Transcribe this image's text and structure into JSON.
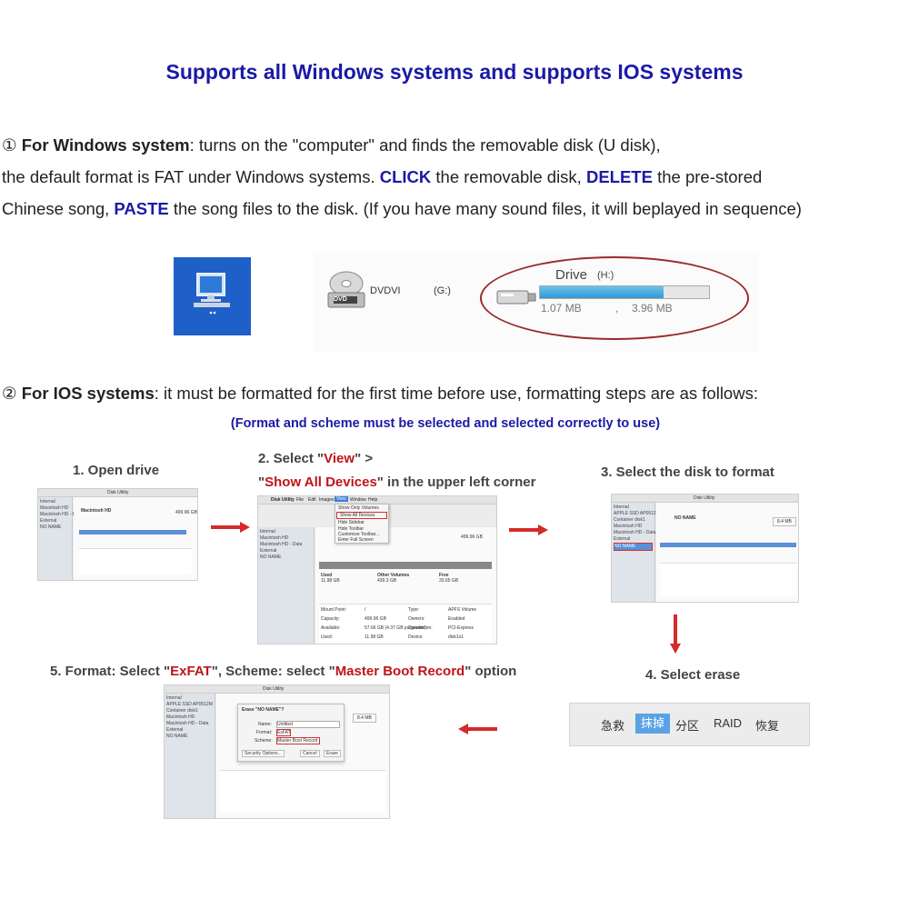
{
  "title": "Supports all Windows systems and supports IOS systems",
  "windows": {
    "bullet": "①",
    "heading": "For Windows system",
    "line1_rest": ": turns on the \"computer\" and finds the removable disk (U disk),",
    "line2_a": "the default format is FAT under Windows systems. ",
    "click": "CLICK",
    "line2_b": " the removable disk, ",
    "delete": "DELETE",
    "line2_c": " the pre-stored",
    "line3_a": "Chinese song, ",
    "paste": "PASTE",
    "line3_b": " the song files to the disk. (If you have many sound files, it will beplayed in sequence)"
  },
  "explorer": {
    "dvd_badge": "DVD",
    "dvd_label": "DVDVI",
    "dvd_letter": "(G:)",
    "drive_label": "Drive",
    "drive_letter": "(H:)",
    "free": "1.07 MB",
    "sep": ",",
    "total": "3.96 MB",
    "usage_fraction": 0.73
  },
  "ios": {
    "bullet": "②",
    "heading": "For IOS systems",
    "line_rest": ": it must be formatted for the first time before use, formatting steps are as follows:",
    "note": "(Format and scheme must be selected and selected correctly to use)"
  },
  "steps": {
    "s1": "1. Open drive",
    "s2_a": "2. Select \"",
    "s2_view": "View",
    "s2_b": "\" >",
    "s2_c": "\"",
    "s2_show": "Show All Devices",
    "s2_d": "\" in the upper left corner",
    "s3": "3. Select the disk to format",
    "s4": "4. Select erase",
    "s5_a": "5. Format: Select \"",
    "s5_exfat": "ExFAT",
    "s5_b": "\", Scheme: select \"",
    "s5_mbr": "Master Boot Record",
    "s5_c": "\" option"
  },
  "shot1": {
    "window_title": "Disk Utility",
    "sidebar": [
      "Internal",
      "Macintosh HD",
      "Macintosh HD - Data",
      "External",
      "NO NAME"
    ],
    "volume": "Macintosh HD",
    "size": "499.96 GB"
  },
  "shot2": {
    "menubar": [
      "Disk Utility",
      "File",
      "Edit",
      "Images",
      "View",
      "Window",
      "Help"
    ],
    "menu_items": [
      "Show Only Volumes",
      "Show All Devices",
      "Hide Sidebar",
      "Hide Toolbar",
      "Customize Toolbar...",
      "Enter Full Screen"
    ],
    "sidebar": [
      "Internal",
      "Macintosh HD",
      "Macintosh HD - Data",
      "External",
      "NO NAME"
    ],
    "size": "499.96 GB",
    "used_label": "Used",
    "used_val": "11.98 GB",
    "other_label": "Other Volumes",
    "other_val": "439.3 GB",
    "free_label": "Free",
    "free_val": "33.65 GB",
    "rows": [
      [
        "Mount Point:",
        "/",
        "Type:",
        "APFS Volume"
      ],
      [
        "Capacity:",
        "499.96 GB",
        "Owners:",
        "Enabled"
      ],
      [
        "Available:",
        "57.66 GB (4.37 GB purgeable)",
        "Connection:",
        "PCI-Express"
      ],
      [
        "Used:",
        "11.98 GB",
        "Device:",
        "disk1s1"
      ]
    ]
  },
  "shot3": {
    "window_title": "Disk Utility",
    "sidebar": [
      "Internal",
      "APPLE SSD AP0512M",
      "Container disk1",
      "Macintosh HD",
      "Macintosh HD - Data",
      "External",
      "NO NAME"
    ],
    "device": "NO NAME",
    "size": "8.4 MB"
  },
  "toolbar4": {
    "buttons": [
      "急救",
      "抹掉",
      "分区",
      "RAID",
      "恢复"
    ],
    "active_index": 1
  },
  "shot5": {
    "window_title": "Disk Utility",
    "sheet_title": "Erase \"NO NAME\"?",
    "name_label": "Name:",
    "name_value": "Untitled",
    "format_label": "Format:",
    "format_value": "ExFAT",
    "scheme_label": "Scheme:",
    "scheme_value": "Master Boot Record",
    "security": "Security Options...",
    "cancel": "Cancel",
    "erase": "Erase",
    "size": "8.4 MB",
    "sidebar": [
      "Internal",
      "APPLE SSD AP0512M",
      "Container disk1",
      "Macintosh HD",
      "Macintosh HD - Data",
      "External",
      "NO NAME"
    ]
  },
  "colors": {
    "title_blue": "#1a1aa6",
    "accent_red": "#c0141a",
    "arrow_red": "#d42a2a",
    "mac_select": "#5b8fd8"
  }
}
